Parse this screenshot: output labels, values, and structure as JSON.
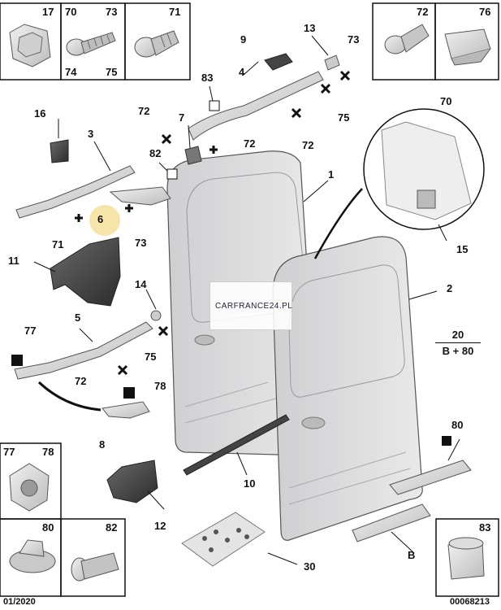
{
  "labels": {
    "l1": "1",
    "l2": "2",
    "l3": "3",
    "l4": "4",
    "l5": "5",
    "l6": "6",
    "l7": "7",
    "l8": "8",
    "l9": "9",
    "l10": "10",
    "l11": "11",
    "l12": "12",
    "l13": "13",
    "l14": "14",
    "l15": "15",
    "l16": "16",
    "l30": "30",
    "l70": "70",
    "l71a": "71",
    "l72a": "72",
    "l72b": "72",
    "l72c": "72",
    "l72d": "72",
    "l73a": "73",
    "l73b": "73",
    "l75a": "75",
    "l75b": "75",
    "l77": "77",
    "l78": "78",
    "l80": "80",
    "l82": "82",
    "l83": "83",
    "lB": "B"
  },
  "boxes": {
    "b17": "17",
    "b70": "70",
    "b73": "73",
    "b74": "74",
    "b75": "75",
    "b71": "71",
    "b72": "72",
    "b76": "76",
    "b77": "77",
    "b78": "78",
    "b80": "80",
    "b82": "82",
    "b83": "83"
  },
  "fraction": {
    "numerator": "20",
    "denominator": "B + 80"
  },
  "watermark": "CARFRANCE24.PL",
  "footer": {
    "date": "01/2020",
    "ref": "00068213"
  },
  "highlight_label": "6"
}
